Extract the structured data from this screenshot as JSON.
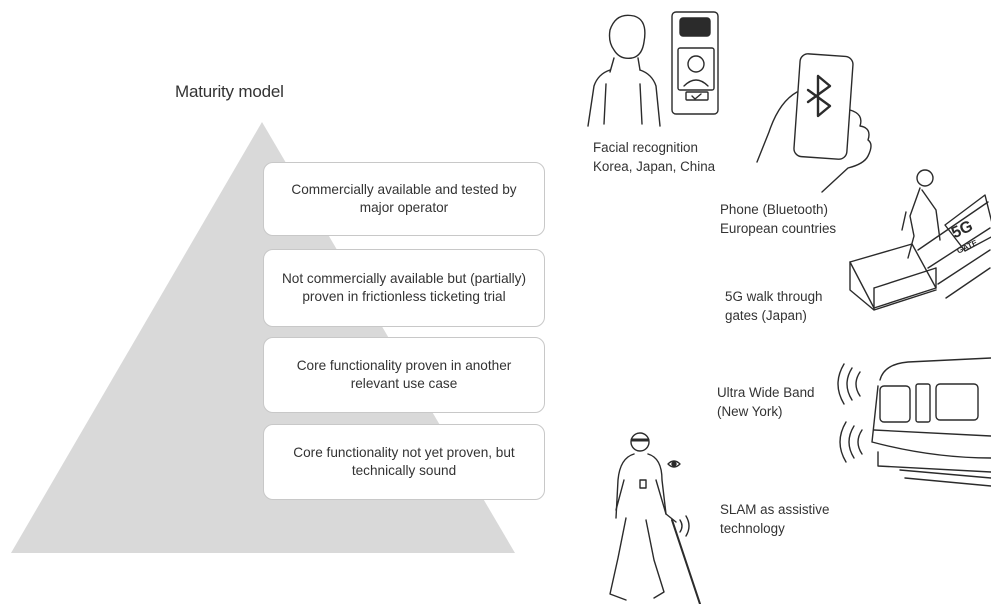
{
  "title": "Maturity model",
  "levels": [
    "Commercially available and tested by major operator",
    "Not commercially available but (partially)  proven in frictionless ticketing trial",
    "Core functionality proven in another relevant use case",
    "Core functionality not yet proven, but technically sound"
  ],
  "examples": [
    {
      "line1": "Facial recognition",
      "line2": "Korea, Japan, China"
    },
    {
      "line1": "Phone (Bluetooth)",
      "line2": "European countries"
    },
    {
      "line1": "5G walk through",
      "line2": "gates (Japan)"
    },
    {
      "line1": "Ultra Wide Band",
      "line2": "(New York)"
    },
    {
      "line1": "SLAM as assistive",
      "line2": "technology"
    }
  ],
  "gate_text": {
    "big": "5G",
    "small": "GATE"
  },
  "colors": {
    "pyramid": "#d9d9d9",
    "box_border": "#c8c8c8",
    "line_art": "#2b2b2b"
  }
}
